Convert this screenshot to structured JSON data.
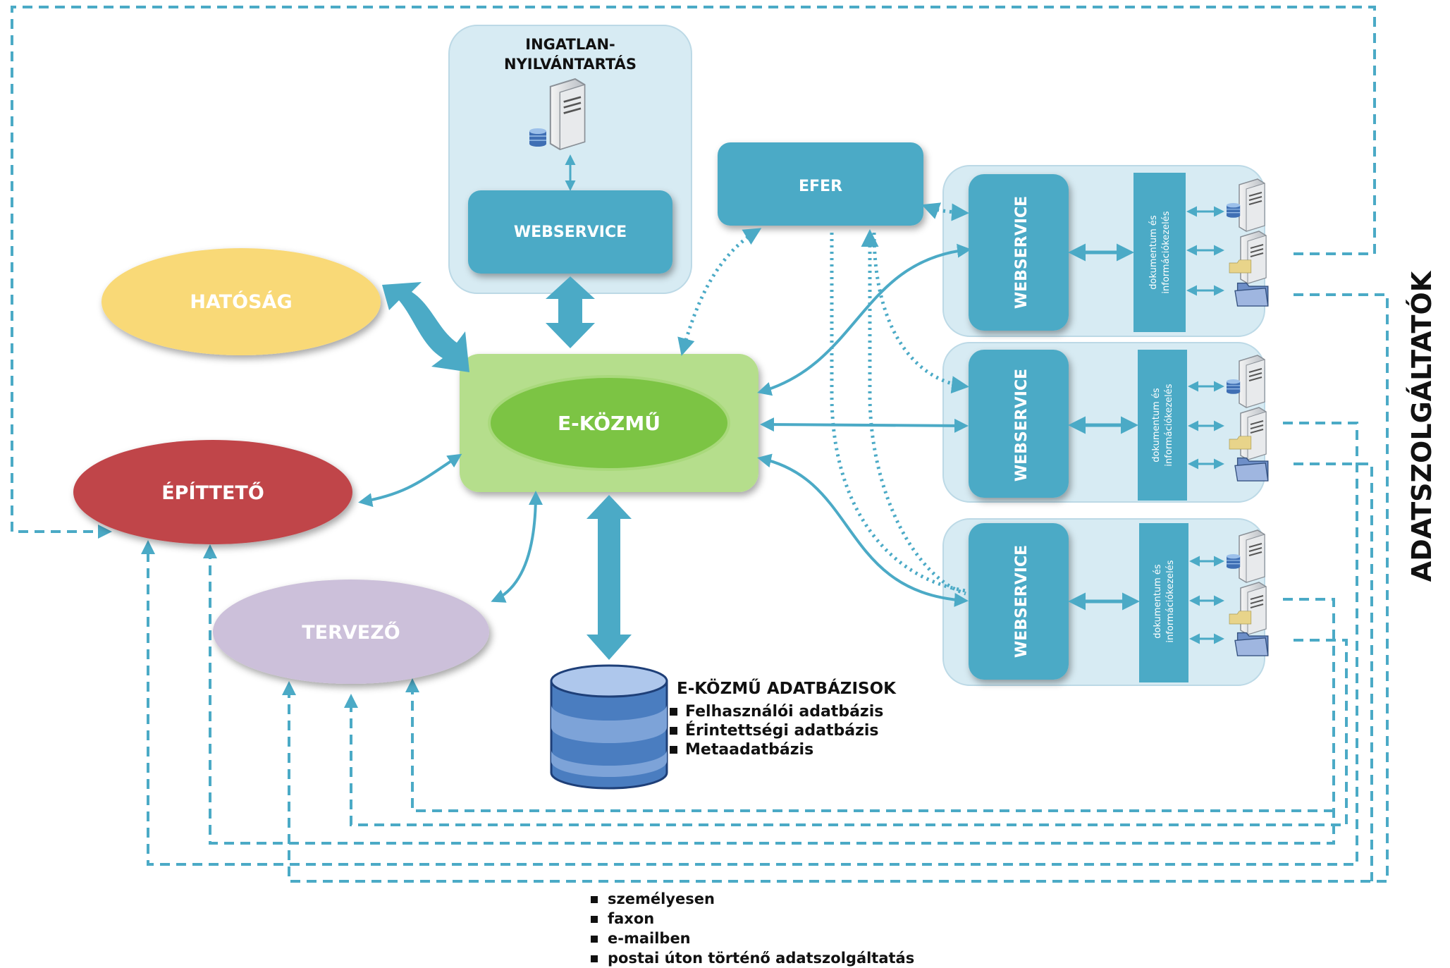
{
  "nodes": {
    "ingatlan_line1": "INGATLAN-",
    "ingatlan_line2": "NYILVÁNTARTÁS",
    "ingatlan_webservice": "WEBSERVICE",
    "efer": "EFER",
    "hatosag": "HATÓSÁG",
    "ekozmu": "E-KÖZMŰ",
    "epitteto": "ÉPÍTTETŐ",
    "tervezo": "TERVEZŐ"
  },
  "providers": [
    {
      "webservice": "WEBSERVICE",
      "doc_line1": "dokumentum és",
      "doc_line2": "információkezelés"
    },
    {
      "webservice": "WEBSERVICE",
      "doc_line1": "dokumentum és",
      "doc_line2": "információkezelés"
    },
    {
      "webservice": "WEBSERVICE",
      "doc_line1": "dokumentum és",
      "doc_line2": "információkezelés"
    }
  ],
  "database": {
    "title": "E-KÖZMŰ ADATBÁZISOK",
    "items": [
      "Felhasználói adatbázis",
      "Érintettségi adatbázis",
      "Metaadatbázis"
    ]
  },
  "side_label": "ADATSZOLGÁLTATÓK",
  "channels": [
    "személyesen",
    "faxon",
    "e-mailben",
    "postai úton történő adatszolgáltatás"
  ],
  "colors": {
    "teal": "#4BAAC6",
    "panel": "#D7EBF3",
    "hatosag": "#F9D977",
    "ekozmu_box": "#B5DE8C",
    "ekozmu_ellipse": "#7CC444",
    "epitteto": "#C0444A",
    "tervezo": "#CCC0DA",
    "db_blue": "#4A7DC0"
  }
}
